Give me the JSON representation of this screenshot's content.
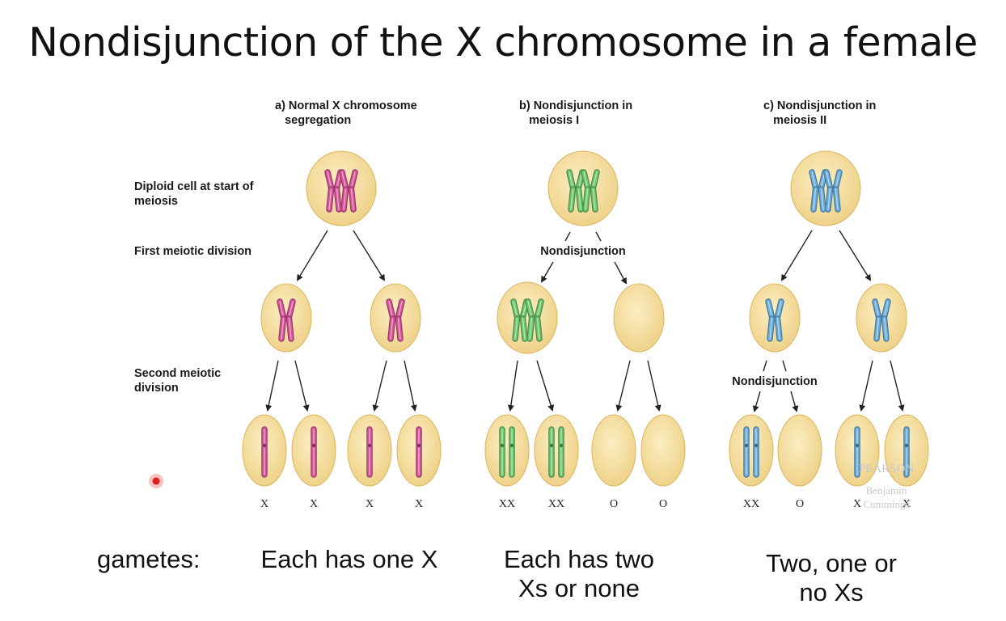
{
  "title": "Nondisjunction of the X chromosome in a female",
  "panels": [
    {
      "header": "a) Normal X chromosome\n   segregation"
    },
    {
      "header": "b) Nondisjunction in\n   meiosis I"
    },
    {
      "header": "c) Nondisjunction in\n   meiosis II"
    }
  ],
  "row_labels": {
    "diploid": "Diploid cell at start of\nmeiosis",
    "first": "First meiotic division",
    "second": "Second meiotic\ndivision"
  },
  "nondisjunction_label": "Nondisjunction",
  "gamete_labels": [
    "X",
    "X",
    "X",
    "X",
    "XX",
    "XX",
    "O",
    "O",
    "XX",
    "O",
    "X",
    "X"
  ],
  "bottom": {
    "gametes": "gametes:",
    "a": "Each has one X",
    "b": "Each has two\nXs or none",
    "c": "Two, one or\nno Xs"
  },
  "watermark": {
    "line1": "PEARSON",
    "line2": "Benjamin",
    "line3": "Cummings"
  },
  "colors": {
    "cell_fill": "#f6dc98",
    "cell_edge": "#dcb55a",
    "pink": "#d9559a",
    "green": "#6ec86e",
    "blue": "#6aaedd",
    "laser": "#e02020"
  }
}
